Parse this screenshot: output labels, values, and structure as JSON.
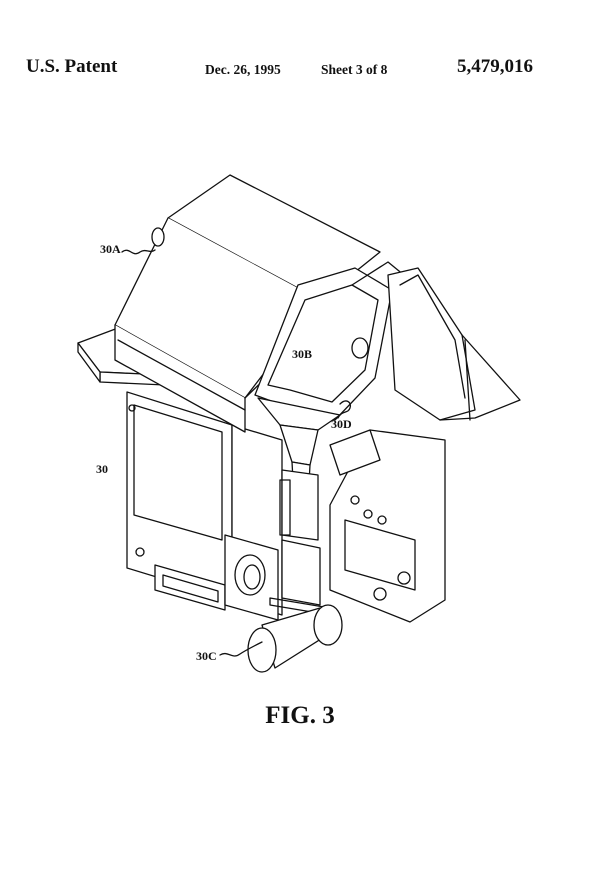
{
  "header": {
    "title": "U.S. Patent",
    "date": "Dec. 26, 1995",
    "sheet": "Sheet 3 of 8",
    "patent_number": "5,479,016"
  },
  "labels": {
    "a": "30A",
    "b": "30B",
    "main": "30",
    "d": "30D",
    "c": "30C"
  },
  "figure_caption": "FIG. 3"
}
